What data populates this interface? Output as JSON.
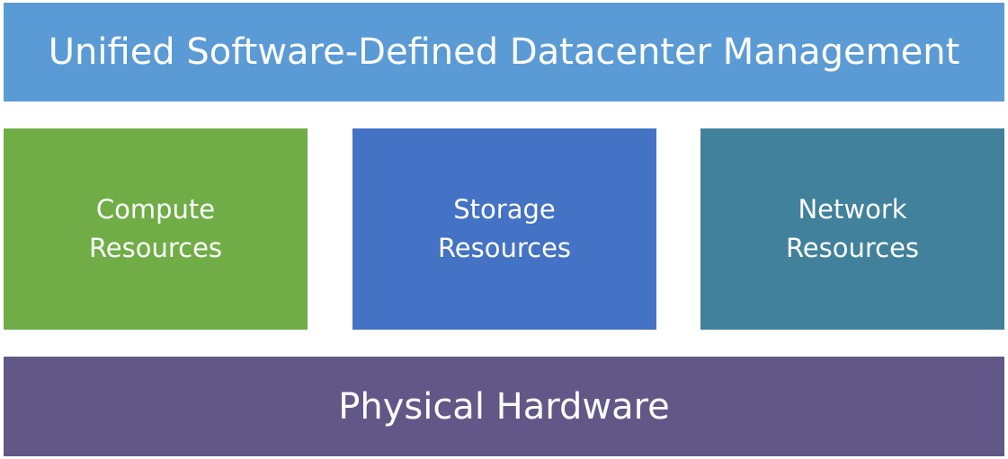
{
  "top_layer": {
    "label": "Unified Software-Defined Datacenter Management",
    "color": "#5b9bd5"
  },
  "resources": [
    {
      "line1": "Compute",
      "line2": "Resources",
      "color": "#70ad47"
    },
    {
      "line1": "Storage",
      "line2": "Resources",
      "color": "#4472c4"
    },
    {
      "line1": "Network",
      "line2": "Resources",
      "color": "#41819c"
    }
  ],
  "bottom_layer": {
    "label": "Physical Hardware",
    "color": "#625887"
  }
}
